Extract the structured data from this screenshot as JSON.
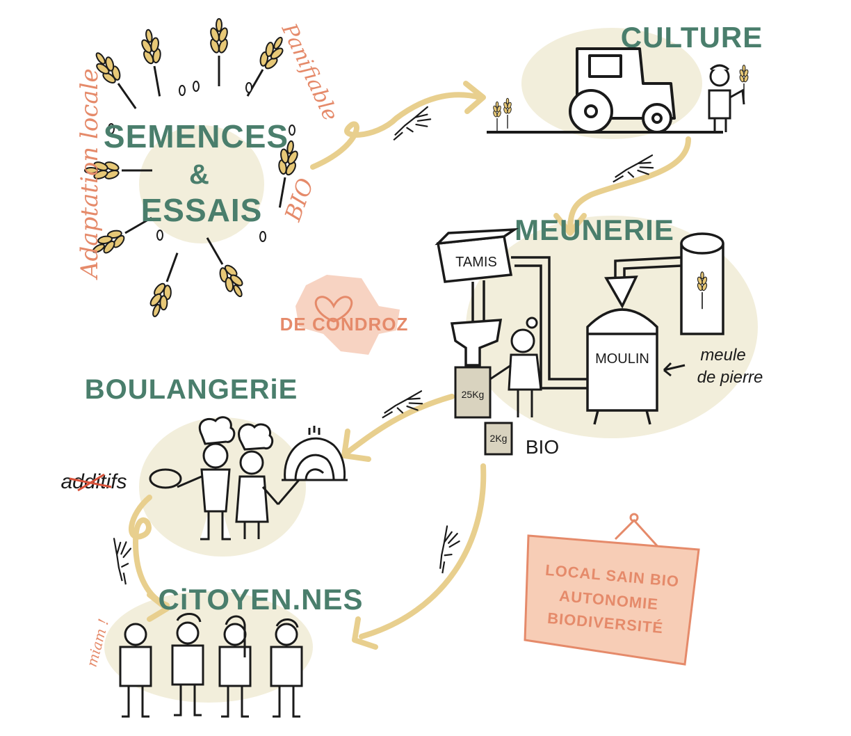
{
  "nodes": {
    "semences": {
      "line1": "SEMENCES",
      "line2": "&",
      "line3": "ESSAIS"
    },
    "culture": {
      "title": "CULTURE"
    },
    "meunerie": {
      "title": "MEUNERIE",
      "tamis": "TAMIS",
      "moulin": "MOULIN",
      "meule_line1": "meule",
      "meule_line2": "de pierre",
      "bag_25": "25Kg",
      "bag_2": "2Kg",
      "bio": "BIO"
    },
    "boulangerie": {
      "title": "BOULANGERiE",
      "additifs": "additifs"
    },
    "citoyens": {
      "title": "CiTOYEN.NES",
      "miam": "miam !"
    }
  },
  "seed_words": {
    "left": "Adaptation locale",
    "right": "Panifiable",
    "bio": "BIO"
  },
  "region": {
    "label": "DE CONDROZ"
  },
  "sign": {
    "line1": "LOCAL SAIN BIO",
    "line2": "AUTONOMIE",
    "line3": "BIODIVERSITÉ"
  },
  "colors": {
    "green": "#4a7e6c",
    "salmon": "#e58a6a",
    "blob": "#f2eedb",
    "arrow": "#e8cf8e",
    "ink": "#1a1a1a",
    "sign_fill": "#f7cdb6"
  },
  "icons": {
    "wheat": "wheat-icon",
    "tractor": "tractor-icon",
    "hand": "hand-icon",
    "heart": "heart-icon",
    "chef": "chef-icon",
    "oven": "oven-icon"
  }
}
